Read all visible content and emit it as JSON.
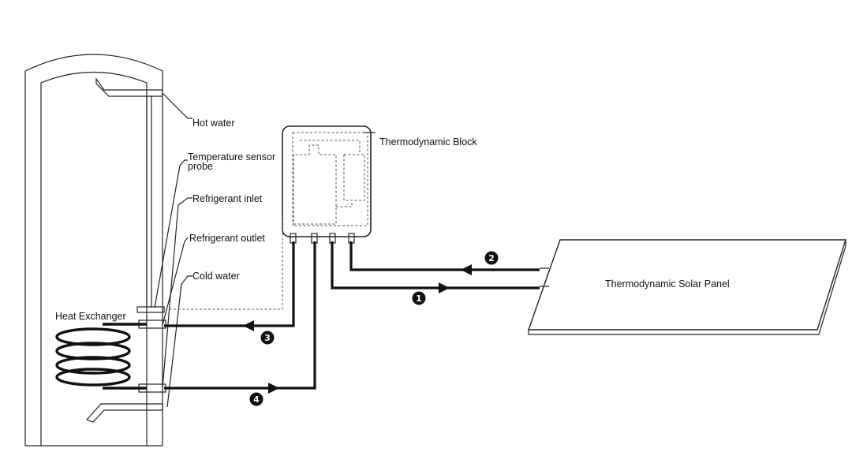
{
  "labels": {
    "hot_water": "Hot water",
    "temperature_sensor_line1": "Temperature sensor",
    "temperature_sensor_line2": "probe",
    "refrigerant_inlet": "Refrigerant inlet",
    "refrigerant_outlet": "Refrigerant  outlet",
    "cold_water": "Cold water",
    "heat_exchanger": "Heat Exchanger",
    "thermodynamic_block": "Thermodynamic Block",
    "solar_panel": "Thermodynamic Solar Panel"
  },
  "markers": [
    "1",
    "2",
    "3",
    "4"
  ],
  "colors": {
    "line": "#111111",
    "background": "#ffffff"
  }
}
